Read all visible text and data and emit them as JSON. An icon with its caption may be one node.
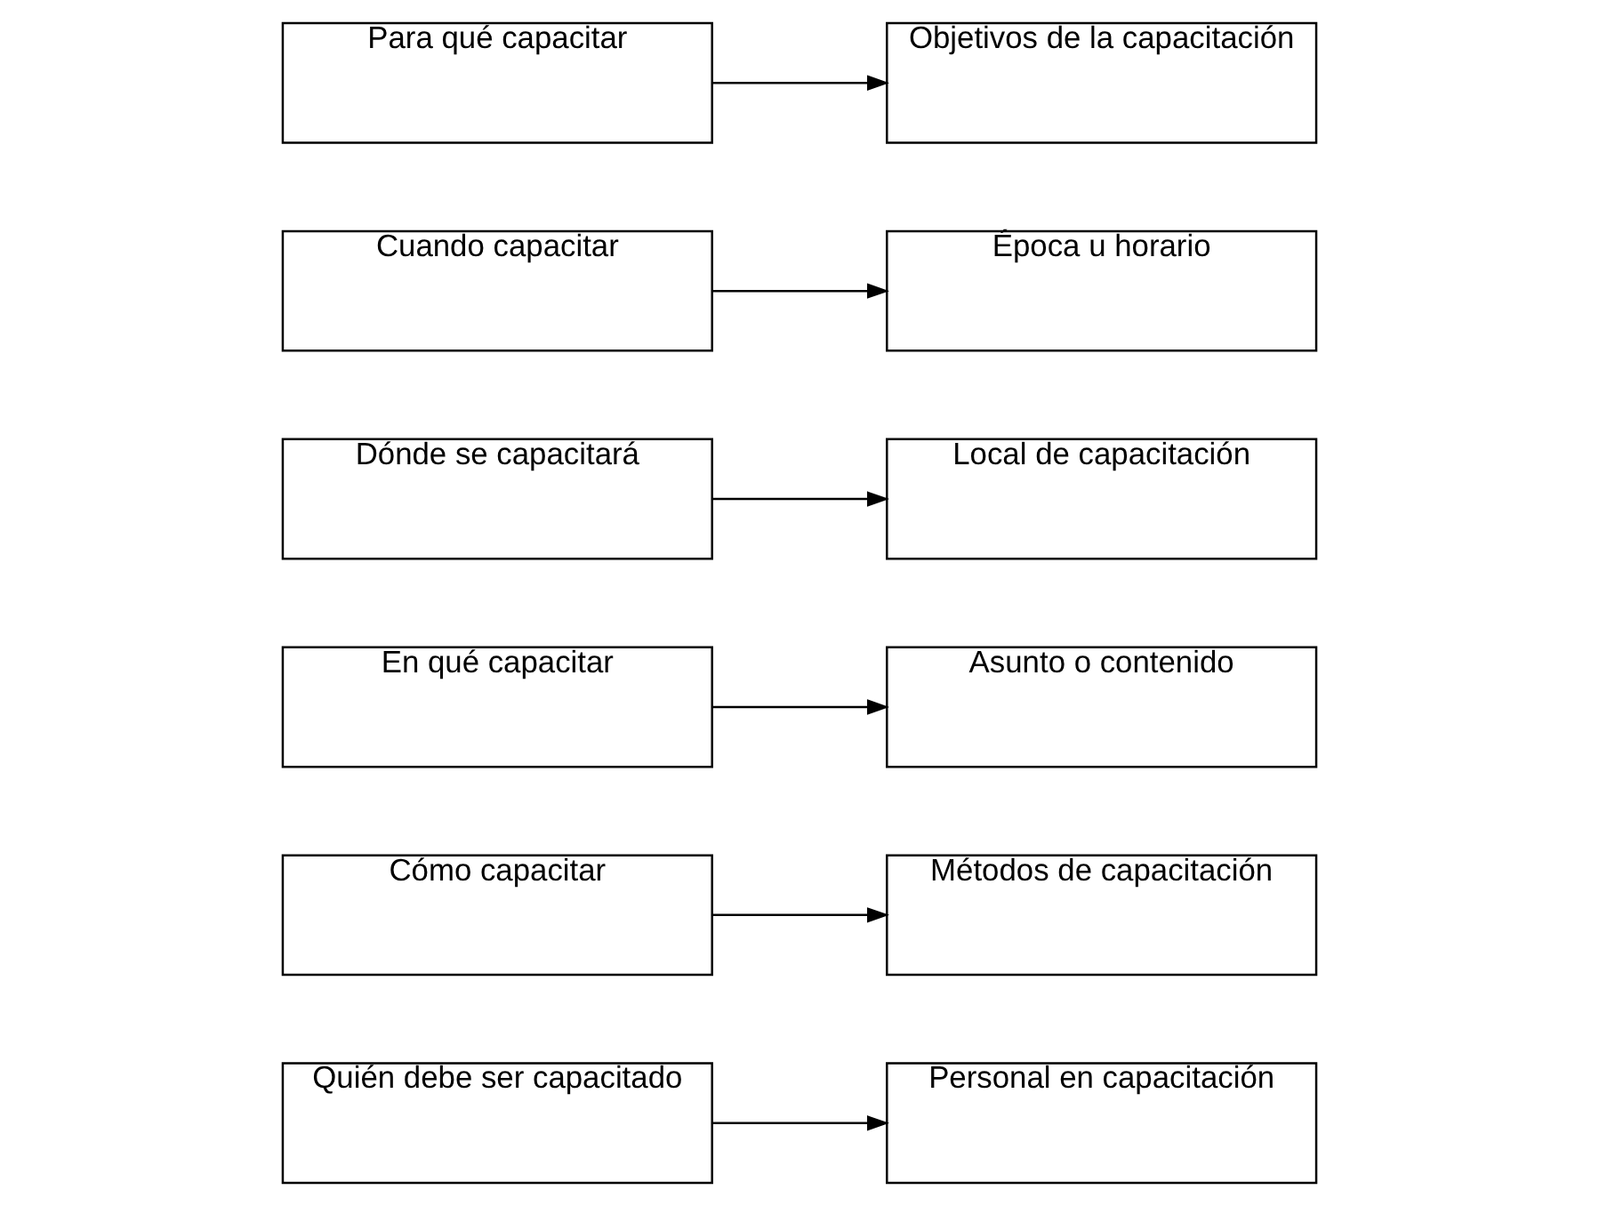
{
  "diagram": {
    "nodes": [
      {
        "text": [
          "Quién debe ser capacitado"
        ]
      },
      {
        "text": [
          "Personal en capacitación"
        ]
      },
      {
        "text": [
          "Cómo capacitar"
        ]
      },
      {
        "text": [
          "Métodos de capacitación"
        ]
      },
      {
        "text": [
          "En qué capacitar"
        ]
      },
      {
        "text": [
          "Asunto o contenido"
        ]
      },
      {
        "text": [
          "Dónde se capacitará"
        ]
      },
      {
        "text": [
          "Local de capacitación"
        ]
      },
      {
        "text": [
          "Cuando capacitar"
        ]
      },
      {
        "text": [
          "Época u horario"
        ]
      },
      {
        "text": [
          "Para qué capacitar"
        ]
      },
      {
        "text": [
          "Objetivos de la capacitación"
        ]
      }
    ],
    "edges": [
      {
        "from": 0,
        "to": 1,
        "arrow": "to"
      },
      {
        "from": 2,
        "to": 3,
        "arrow": "to"
      },
      {
        "from": 4,
        "to": 5,
        "arrow": "to"
      },
      {
        "from": 6,
        "to": 7,
        "arrow": "to"
      },
      {
        "from": 8,
        "to": 9,
        "arrow": "to"
      },
      {
        "from": 10,
        "to": 11,
        "arrow": "to"
      }
    ]
  }
}
